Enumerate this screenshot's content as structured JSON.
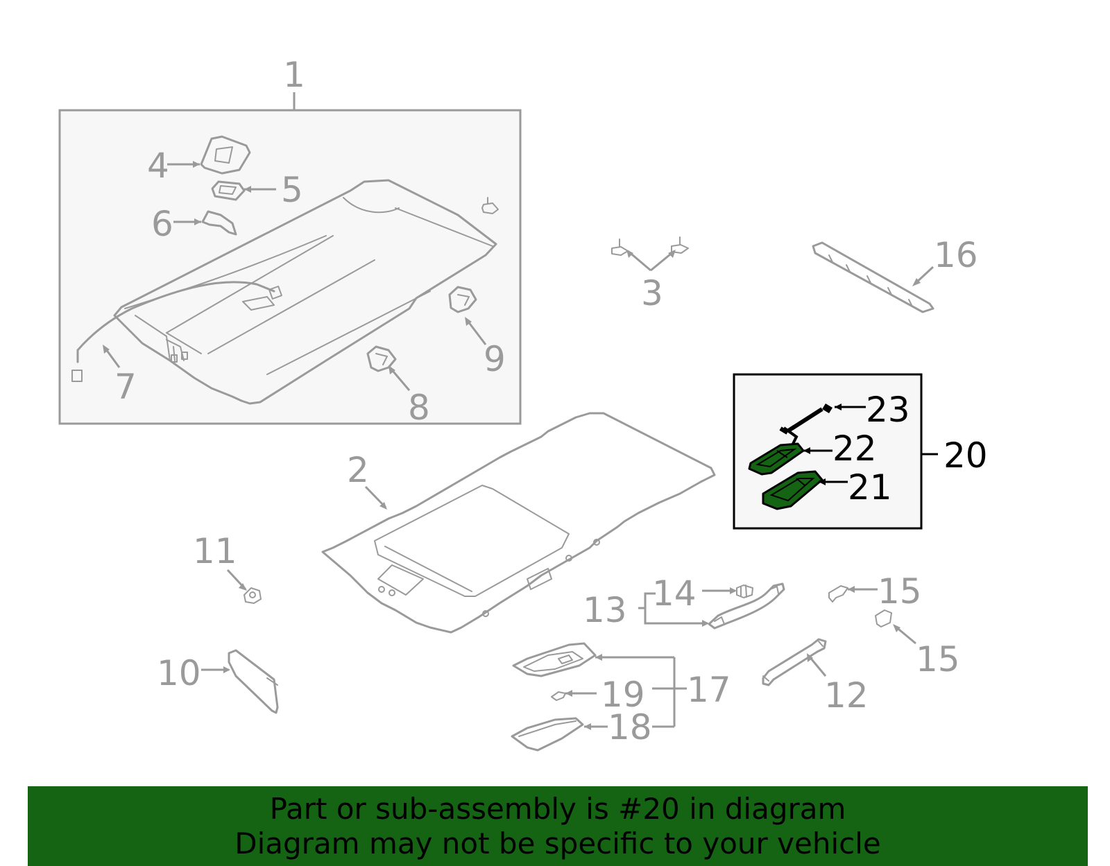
{
  "callouts": {
    "c1": "1",
    "c2": "2",
    "c3": "3",
    "c4": "4",
    "c5": "5",
    "c6": "6",
    "c7": "7",
    "c8": "8",
    "c9": "9",
    "c10": "10",
    "c11": "11",
    "c12": "12",
    "c13": "13",
    "c14": "14",
    "c15a": "15",
    "c15b": "15",
    "c16": "16",
    "c17": "17",
    "c18": "18",
    "c19": "19",
    "c20": "20",
    "c21": "21",
    "c22": "22",
    "c23": "23"
  },
  "highlight": {
    "part_number": "20",
    "color": "#146414"
  },
  "colors": {
    "part_gray": "#9a9a9a",
    "highlight_green": "#146414",
    "banner_green": "#146414"
  },
  "banner": {
    "line1": "Part or sub-assembly is #20 in diagram",
    "line2": "Diagram may not be specific to your vehicle"
  }
}
